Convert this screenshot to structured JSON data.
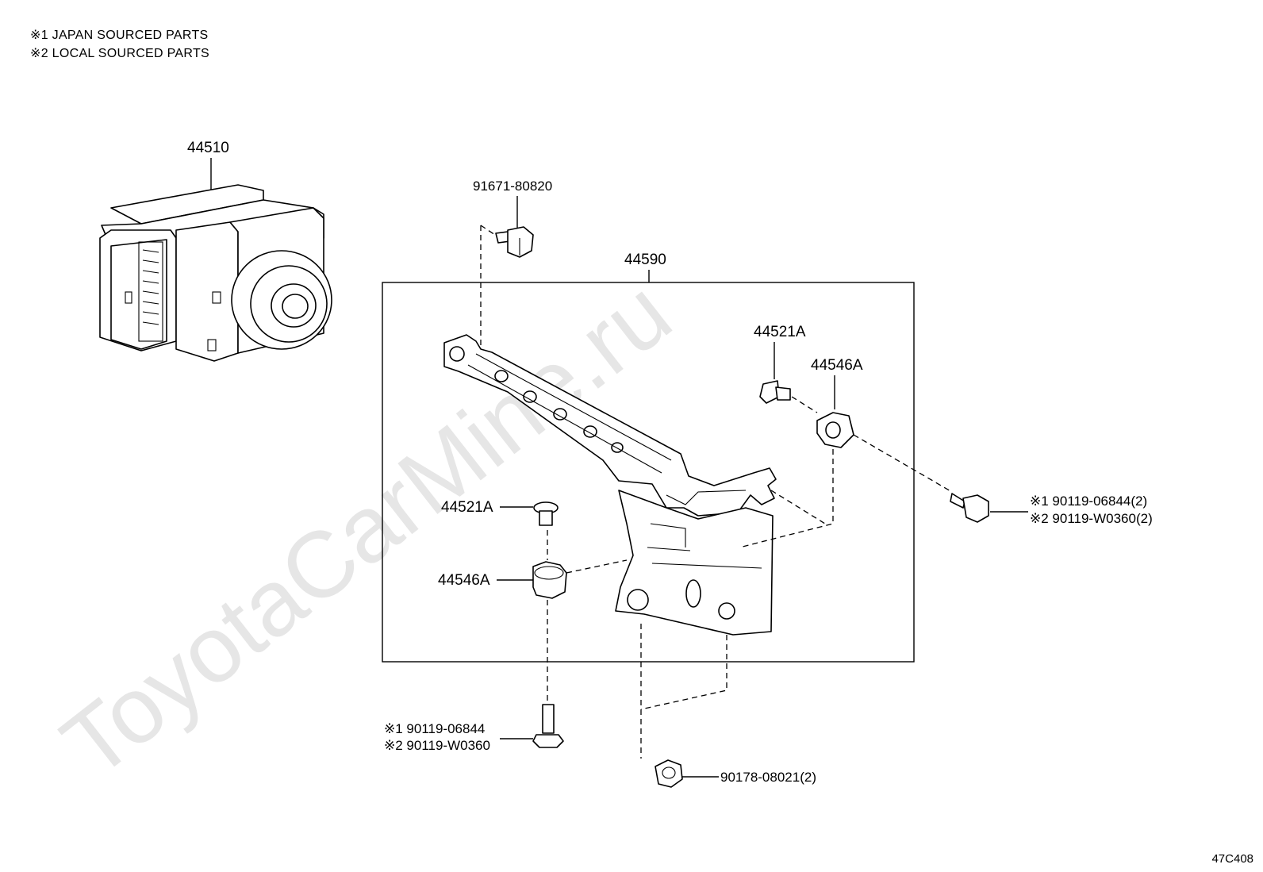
{
  "legend": [
    {
      "mark": "※1",
      "text": "JAPAN SOURCED PARTS"
    },
    {
      "mark": "※2",
      "text": "LOCAL SOURCED PARTS"
    }
  ],
  "watermark": "ToyotaCarMine.ru",
  "callouts": {
    "abs_actuator": "44510",
    "bracket_assy": "44590",
    "bolt_top": "91671-80820",
    "collar_upper": "44521A",
    "cushion_upper": "44546A",
    "collar_lower": "44521A",
    "cushion_lower": "44546A",
    "bolt_right_1": "※1 90119-06844(2)",
    "bolt_right_2": "※2 90119-W0360(2)",
    "bolt_bottom_1": "※1 90119-06844",
    "bolt_bottom_2": "※2 90119-W0360",
    "nut_bottom": "90178-08021(2)"
  },
  "figure_code": "47C408"
}
